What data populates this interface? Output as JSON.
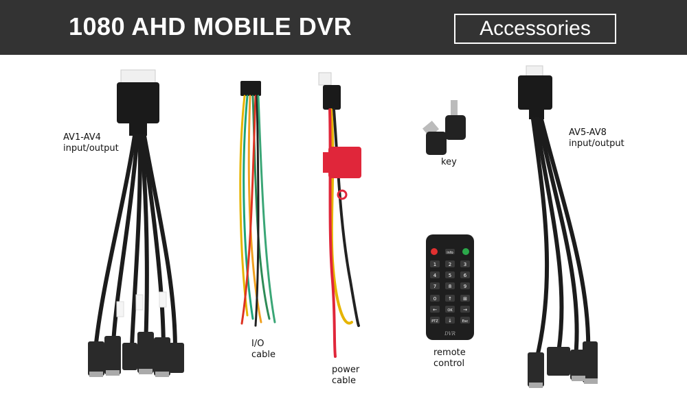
{
  "header": {
    "title": "1080 AHD MOBILE DVR",
    "badge": "Accessories"
  },
  "items": {
    "av1": {
      "line1": "AV1-AV4",
      "line2": "input/output"
    },
    "io": {
      "line1": "I/O",
      "line2": "cable"
    },
    "power": {
      "line1": "power",
      "line2": "cable"
    },
    "key": {
      "line1": "key"
    },
    "remote": {
      "line1": "remote",
      "line2": "control",
      "buttons": [
        "info",
        "1",
        "2",
        "3",
        "4",
        "5",
        "6",
        "7",
        "8",
        "9",
        "0",
        "OK",
        "PTZ",
        "Esc"
      ],
      "brand": "DVR"
    },
    "av5": {
      "line1": "AV5-AV8",
      "line2": "input/output"
    }
  },
  "colors": {
    "header_bg": "#333333",
    "cable": "#1c1c1c",
    "fuse": "#e0263a"
  }
}
